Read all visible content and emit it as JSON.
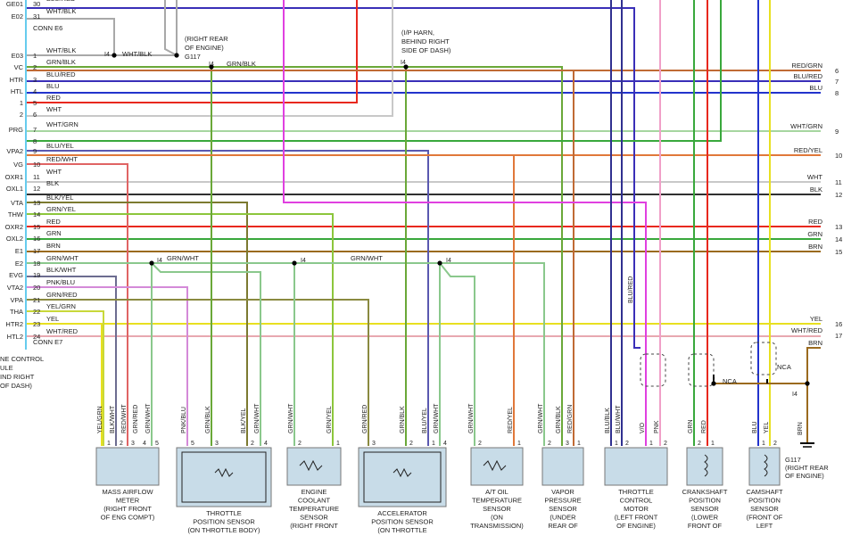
{
  "colors": {
    "RED": "#e8281e",
    "GRN": "#39a83c",
    "BLU": "#2233cc",
    "YEL": "#e8e020",
    "WHT": "#c8c8c8",
    "BLK": "#303030",
    "BRN": "#9a6a1e",
    "GRN/BLK": "#6aa838",
    "BLU/RED": "#3a2fb8",
    "WHT/GRN": "#a6d6a0",
    "BLU/YEL": "#5a58b0",
    "RED/WHT": "#e06464",
    "BLK/YEL": "#7c7a30",
    "GRN/YEL": "#8cc63c",
    "GRN/WHT": "#8ac88c",
    "BLK/WHT": "#6c6c90",
    "PNK/BLU": "#d48ad8",
    "GRN/RED": "#8a8a40",
    "YEL/GRN": "#c8d83a",
    "WHT/RED": "#e8a8b0",
    "RED/YEL": "#e0783a",
    "RED/GRN": "#c06a34",
    "BLU/BLK": "#303090",
    "PNK": "#f0a0c8",
    "MAG": "#e040e0",
    "WHT/BLK": "#a8a8a8"
  },
  "ecm": {
    "label_lines": [
      "NE CONTROL",
      "ULE",
      "IND RIGHT",
      "OF DASH)"
    ],
    "conn_e6": "CONN E6",
    "conn_e7": "CONN E7",
    "pins": [
      {
        "term": "GE01",
        "num": "30",
        "wire": "BLU/RED"
      },
      {
        "term": "E02",
        "num": "31",
        "wire": "WHT/BLK"
      },
      {
        "term": "E03",
        "num": "1",
        "wire": "WHT/BLK"
      },
      {
        "term": "VC",
        "num": "2",
        "wire": "GRN/BLK"
      },
      {
        "term": "HTR",
        "num": "3",
        "wire": "BLU/RED"
      },
      {
        "term": "HTL",
        "num": "4",
        "wire": "BLU"
      },
      {
        "term": "1",
        "num": "5",
        "wire": "RED"
      },
      {
        "term": "2",
        "num": "6",
        "wire": "WHT"
      },
      {
        "term": "PRG",
        "num": "7",
        "wire": "WHT/GRN"
      },
      {
        "term": "",
        "num": "8",
        "wire": ""
      },
      {
        "term": "VPA2",
        "num": "9",
        "wire": "BLU/YEL"
      },
      {
        "term": "VG",
        "num": "10",
        "wire": "RED/WHT"
      },
      {
        "term": "OXR1",
        "num": "11",
        "wire": "WHT"
      },
      {
        "term": "OXL1",
        "num": "12",
        "wire": "BLK"
      },
      {
        "term": "VTA",
        "num": "13",
        "wire": "BLK/YEL"
      },
      {
        "term": "THW",
        "num": "14",
        "wire": "GRN/YEL"
      },
      {
        "term": "OXR2",
        "num": "15",
        "wire": "RED"
      },
      {
        "term": "OXL2",
        "num": "16",
        "wire": "GRN"
      },
      {
        "term": "E1",
        "num": "17",
        "wire": "BRN"
      },
      {
        "term": "E2",
        "num": "18",
        "wire": "GRN/WHT"
      },
      {
        "term": "EVG",
        "num": "19",
        "wire": "BLK/WHT"
      },
      {
        "term": "VTA2",
        "num": "20",
        "wire": "PNK/BLU"
      },
      {
        "term": "VPA",
        "num": "21",
        "wire": "GRN/RED"
      },
      {
        "term": "THA",
        "num": "22",
        "wire": "YEL/GRN"
      },
      {
        "term": "HTR2",
        "num": "23",
        "wire": "YEL"
      },
      {
        "term": "HTL2",
        "num": "24",
        "wire": "WHT/RED"
      }
    ]
  },
  "right_side": [
    {
      "num": "6",
      "wire": "RED/GRN"
    },
    {
      "num": "7",
      "wire": "BLU/RED"
    },
    {
      "num": "8",
      "wire": "BLU"
    },
    {
      "num": "9",
      "wire": "WHT/GRN"
    },
    {
      "num": "10",
      "wire": "RED/YEL"
    },
    {
      "num": "11",
      "wire": "WHT"
    },
    {
      "num": "12",
      "wire": "BLK"
    },
    {
      "num": "13",
      "wire": "RED"
    },
    {
      "num": "14",
      "wire": "GRN"
    },
    {
      "num": "15",
      "wire": "BRN"
    },
    {
      "num": "16",
      "wire": "YEL"
    },
    {
      "num": "17",
      "wire": "WHT/RED"
    },
    {
      "num": "",
      "wire": "BRN"
    }
  ],
  "annotations": {
    "g117_rear_lines": [
      "(RIGHT REAR",
      "OF ENGINE)"
    ],
    "g117": "G117",
    "ip_harn_lines": [
      "(I/P HARN,",
      "BEHIND RIGHT",
      "SIDE OF DASH)"
    ],
    "splice": "I4",
    "wht_blk": "WHT/BLK",
    "grn_blk": "GRN/BLK",
    "grn_wht": "GRN/WHT",
    "nca": "NCA",
    "blu_red_vert": "BLU/RED",
    "brn": "BRN",
    "g117_right_lines": [
      "G117",
      "(RIGHT REAR",
      "OF ENGINE)"
    ]
  },
  "components": [
    {
      "id": "maf",
      "label_lines": [
        "MASS AIRFLOW",
        "METER",
        "(RIGHT FRONT",
        "OF ENG COMPT)"
      ],
      "pins": [
        {
          "n": "1",
          "w": "YEL/GRN"
        },
        {
          "n": "2",
          "w": "BLK/WHT"
        },
        {
          "n": "3",
          "w": "RED/WHT"
        },
        {
          "n": "4",
          "w": "GRN/RED"
        },
        {
          "n": "5",
          "w": "GRN/WHT"
        }
      ]
    },
    {
      "id": "tps",
      "label_lines": [
        "THROTTLE",
        "POSITION SENSOR",
        "(ON THROTTLE BODY)"
      ],
      "pins": [
        {
          "n": "5",
          "w": "PNK/BLU"
        },
        {
          "n": "3",
          "w": "GRN/BLK"
        },
        {
          "n": "2",
          "w": "BLK/YEL"
        },
        {
          "n": "4",
          "w": "GRN/WHT"
        }
      ]
    },
    {
      "id": "ect",
      "label_lines": [
        "ENGINE",
        "COOLANT",
        "TEMPERATURE",
        "SENSOR",
        "(RIGHT FRONT"
      ],
      "pins": [
        {
          "n": "2",
          "w": "GRN/WHT"
        },
        {
          "n": "1",
          "w": "GRN/YEL"
        }
      ]
    },
    {
      "id": "aps",
      "label_lines": [
        "ACCELERATOR",
        "POSITION SENSOR",
        "(ON THROTTLE"
      ],
      "pins": [
        {
          "n": "3",
          "w": "GRN/RED"
        },
        {
          "n": "2",
          "w": "GRN/BLK"
        },
        {
          "n": "1",
          "w": "BLU/YEL"
        },
        {
          "n": "4",
          "w": "GRN/WHT"
        }
      ]
    },
    {
      "id": "atoil",
      "label_lines": [
        "A/T OIL",
        "TEMPERATURE",
        "SENSOR",
        "(ON",
        "TRANSMISSION)"
      ],
      "pins": [
        {
          "n": "2",
          "w": "GRN/WHT"
        },
        {
          "n": "1",
          "w": "RED/YEL"
        }
      ]
    },
    {
      "id": "vps",
      "label_lines": [
        "VAPOR",
        "PRESSURE",
        "SENSOR",
        "(UNDER",
        "REAR OF"
      ],
      "pins": [
        {
          "n": "2",
          "w": "GRN/WHT"
        },
        {
          "n": "3",
          "w": "GRN/BLK"
        },
        {
          "n": "1",
          "w": "RED/GRN"
        }
      ]
    },
    {
      "id": "tcm",
      "label_lines": [
        "THROTTLE",
        "CONTROL",
        "MOTOR",
        "(LEFT FRONT",
        "OF ENGINE)"
      ],
      "pins": [
        {
          "n": "1",
          "w": "BLU/BLK"
        },
        {
          "n": "2",
          "w": "BLU/WHT"
        },
        {
          "n": "1",
          "w": "V/O"
        },
        {
          "n": "2",
          "w": "PNK"
        }
      ]
    },
    {
      "id": "ckp",
      "label_lines": [
        "CRANKSHAFT",
        "POSITION",
        "SENSOR",
        "(LOWER",
        "FRONT OF"
      ],
      "pins": [
        {
          "n": "2",
          "w": "GRN"
        },
        {
          "n": "1",
          "w": "RED"
        }
      ]
    },
    {
      "id": "cmp",
      "label_lines": [
        "CAMSHAFT",
        "POSITION",
        "SENSOR",
        "(FRONT OF",
        "LEFT"
      ],
      "pins": [
        {
          "n": "1",
          "w": "BLU"
        },
        {
          "n": "2",
          "w": "YEL"
        }
      ]
    }
  ]
}
